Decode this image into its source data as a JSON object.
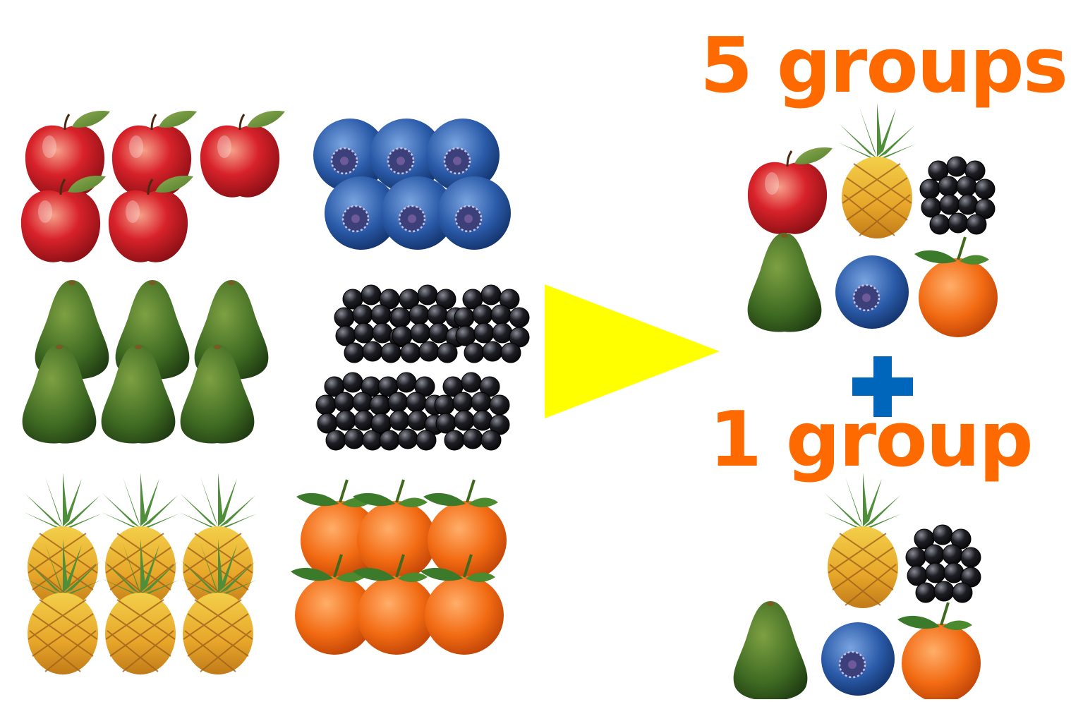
{
  "heading": {
    "main": "5 groups",
    "sub": "1 group"
  },
  "colors": {
    "heading": "#ff6a00",
    "plus": "#0066bb",
    "arrow": "#ffff00"
  },
  "icons": {
    "arrow": "arrow-right-icon",
    "plus": "plus-icon",
    "fruits": [
      "apple-icon",
      "blueberry-icon",
      "avocado-icon",
      "blackberry-icon",
      "pineapple-icon",
      "orange-icon"
    ]
  },
  "fruit_counts": {
    "apples": 5,
    "blueberries": 6,
    "avocados": 6,
    "blackberries": 6,
    "pineapples": 6,
    "oranges": 6
  },
  "groups": {
    "complete_group_fruits": [
      "apple",
      "pineapple",
      "blackberry",
      "avocado",
      "blueberry",
      "orange"
    ],
    "partial_group_fruits": [
      "pineapple",
      "blackberry",
      "avocado",
      "blueberry",
      "orange"
    ]
  }
}
